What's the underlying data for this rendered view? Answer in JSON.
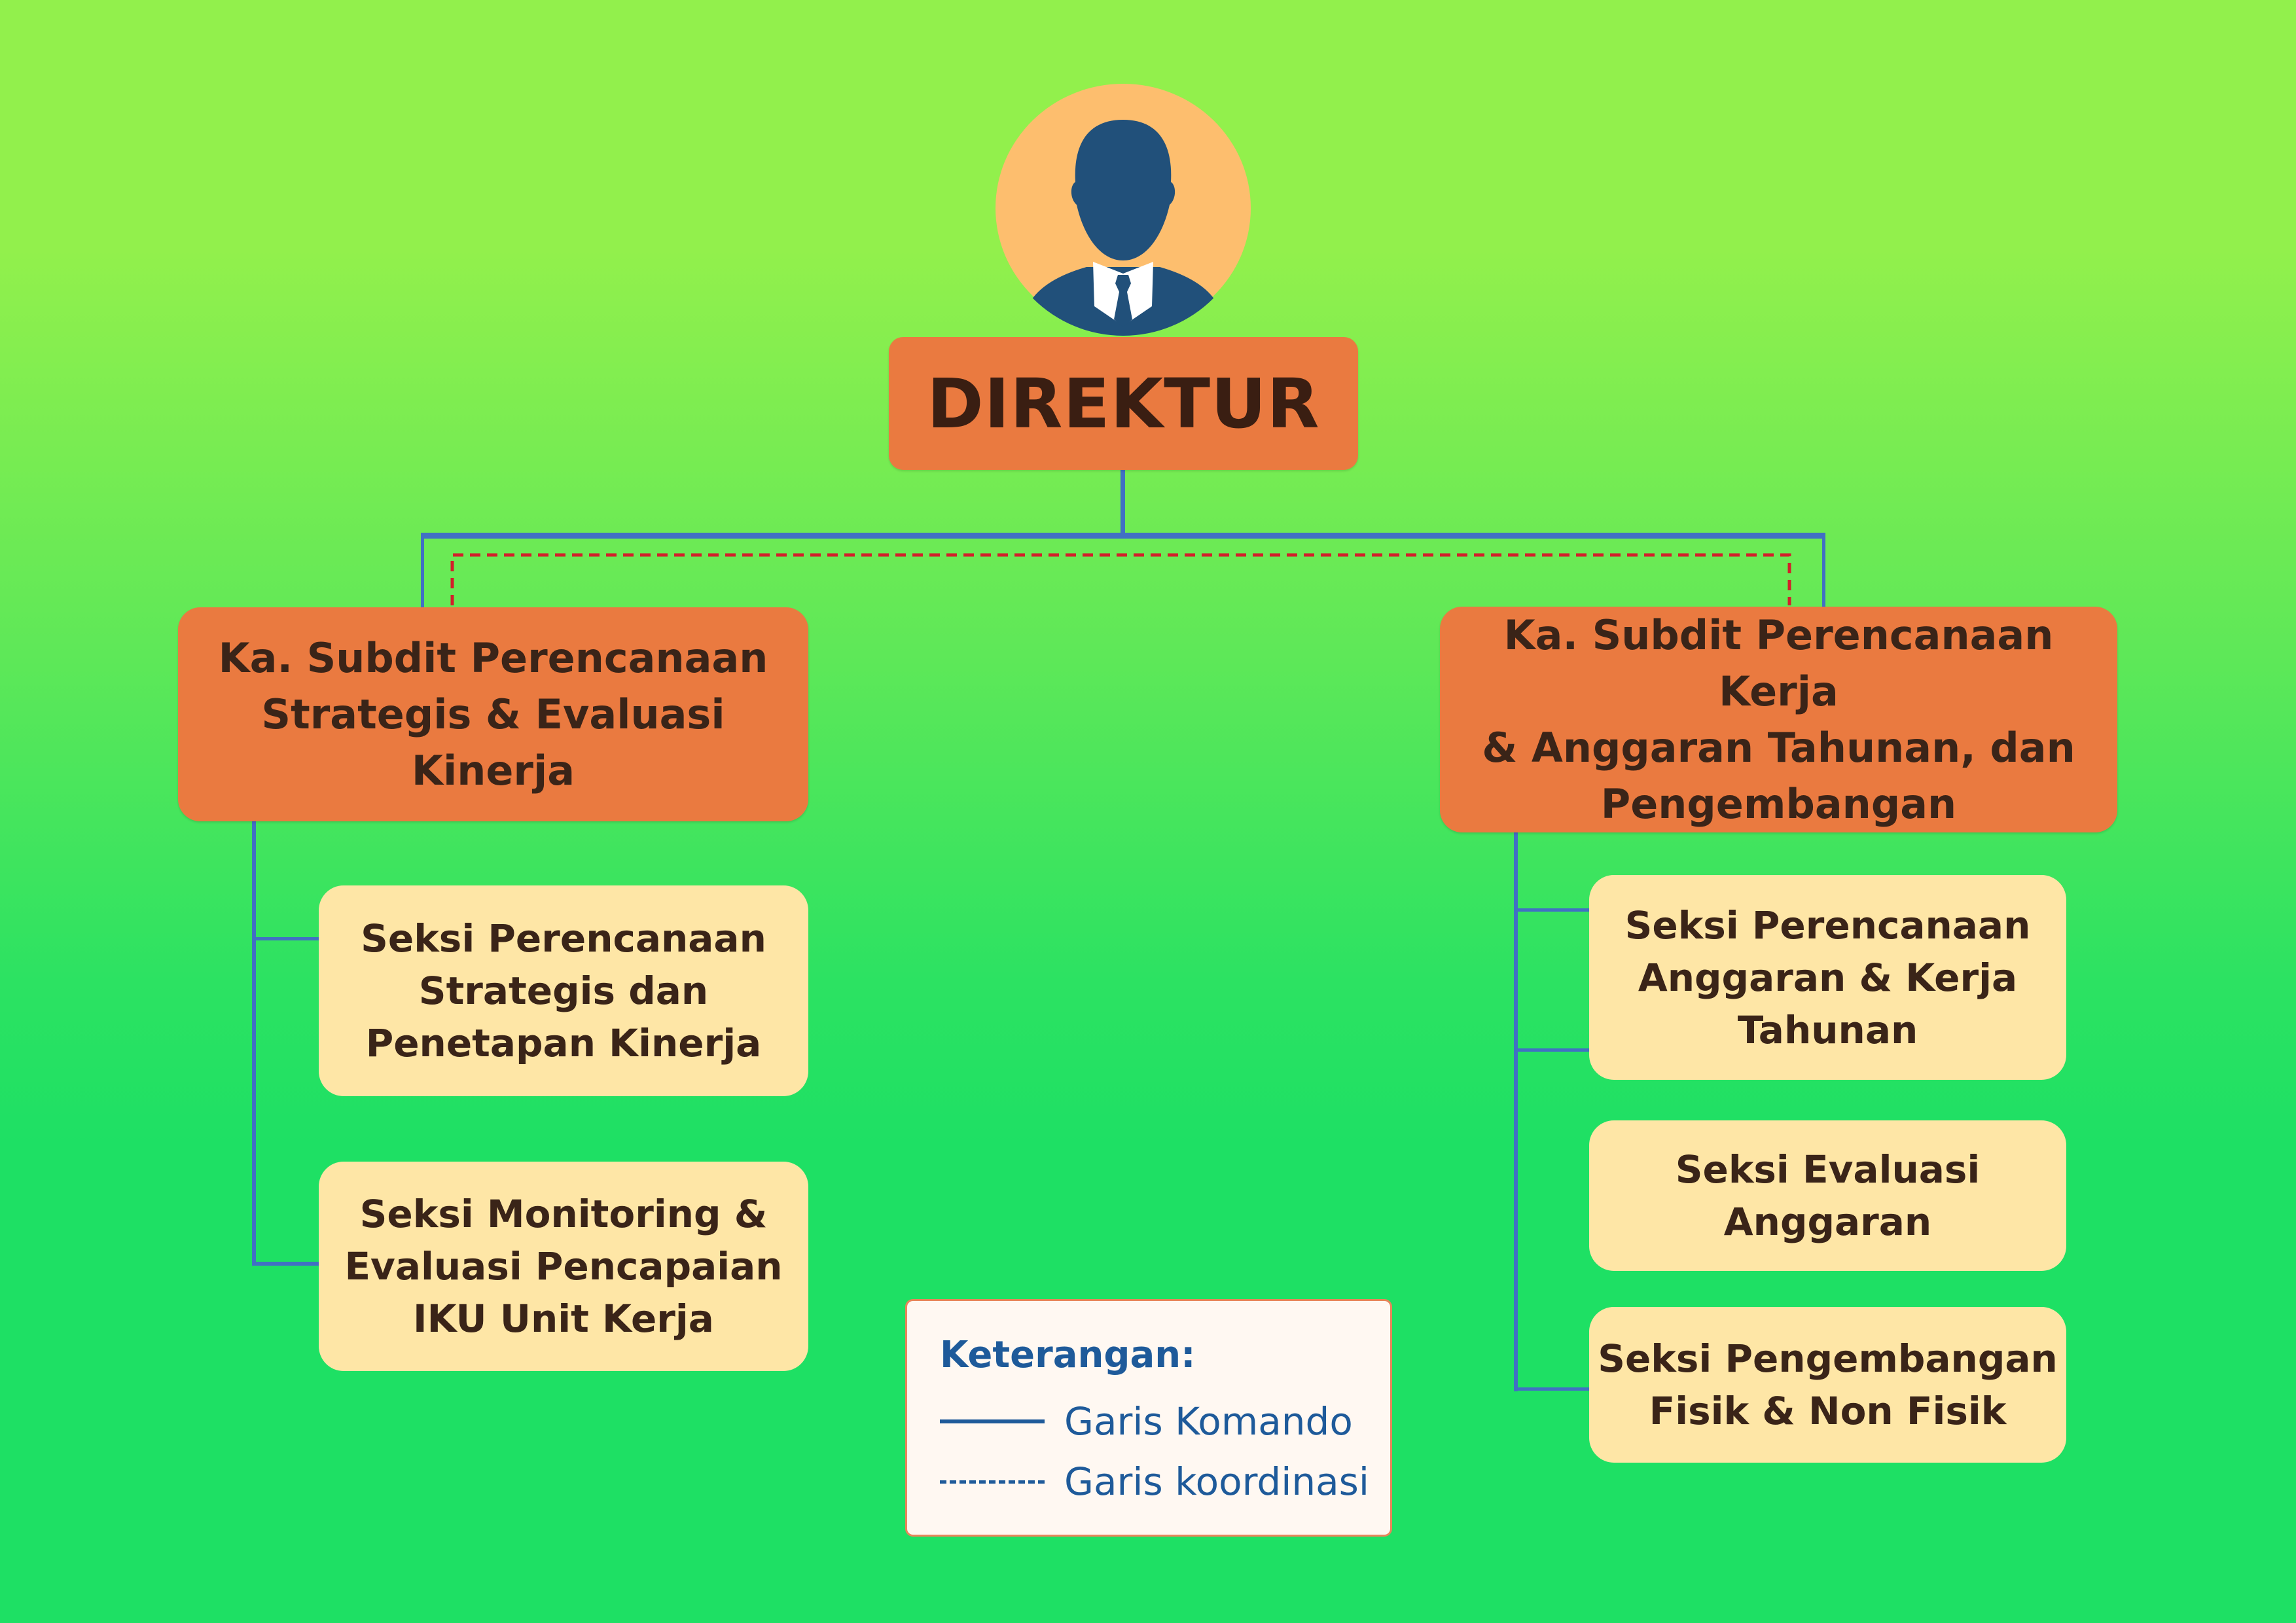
{
  "colors": {
    "background_top": "#92F04C",
    "background_bottom": "#1EE064",
    "command_line": "#4170C4",
    "coordination_line": "#D2202A",
    "head_box": "#EA7A40",
    "section_box": "#FEE6A6",
    "text": "#3A2418",
    "legend_text": "#1E5A9A"
  },
  "director": {
    "icon": "person-in-suit-icon",
    "title": "DIREKTUR"
  },
  "subdirectorates": [
    {
      "title": "Ka. Subdit Perencanaan\nStrategis & Evaluasi Kinerja",
      "sections": [
        "Seksi Perencanaan\nStrategis dan\nPenetapan Kinerja",
        "Seksi Monitoring &\nEvaluasi Pencapaian\nIKU Unit Kerja"
      ]
    },
    {
      "title": "Ka. Subdit Perencanaan Kerja\n& Anggaran Tahunan, dan\nPengembangan",
      "sections": [
        "Seksi Perencanaan\nAnggaran & Kerja\nTahunan",
        "Seksi Evaluasi\nAnggaran",
        "Seksi Pengembangan\nFisik & Non Fisik"
      ]
    }
  ],
  "legend": {
    "title": "Keterangan:",
    "items": [
      {
        "style": "solid",
        "label": "Garis Komando"
      },
      {
        "style": "dashed",
        "label": "Garis koordinasi"
      }
    ]
  }
}
